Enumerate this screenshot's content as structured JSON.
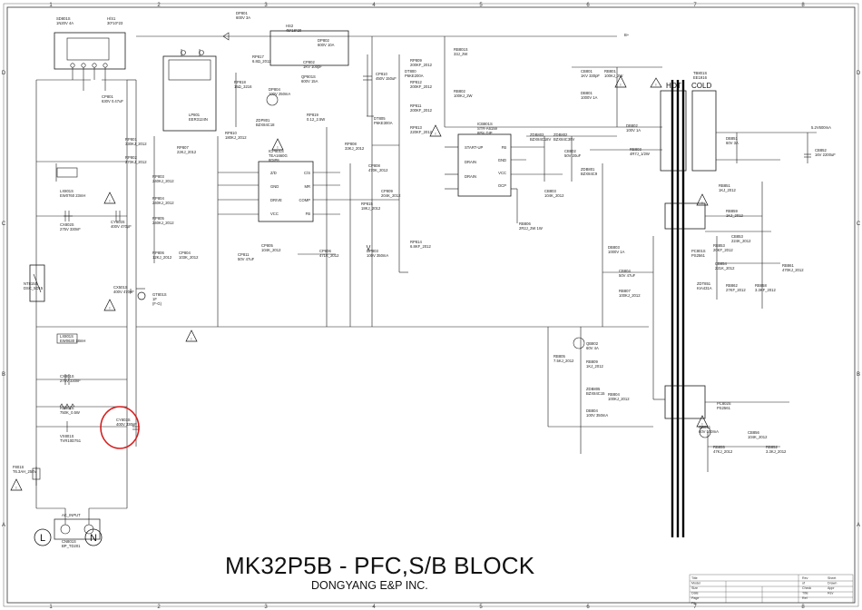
{
  "title": "MK32P5B - PFC,S/B BLOCK",
  "subtitle": "DONGYANG E&P INC.",
  "zones": {
    "hot": "HOT",
    "cold": "COLD"
  },
  "grid": {
    "cols": [
      "1",
      "2",
      "3",
      "4",
      "5",
      "6",
      "7",
      "8"
    ],
    "rows": [
      "D",
      "C",
      "B",
      "A"
    ]
  },
  "components": {
    "sd801s": [
      "SD801S",
      "1N20V 4A"
    ],
    "hs1": [
      "H/S1",
      "30*10*23"
    ],
    "cp801": [
      "CP801",
      "630V 0.47uF"
    ],
    "lx801": [
      "LX801S",
      "EW0760 23mH"
    ],
    "cx802": [
      "CX802S",
      "275V 330nF"
    ],
    "cy802": [
      "CY802S",
      "400V 470pF"
    ],
    "nt815": [
      "NT815S",
      "DSC_5D15"
    ],
    "cx501": [
      "CX501S",
      "400V 470pF"
    ],
    "gt801": [
      "GT801S",
      "1F",
      "(F-G)"
    ],
    "lx801b": [
      "LX801S",
      "EW0630 18mH"
    ],
    "cx801": [
      "CX801S",
      "275V 330nF"
    ],
    "rx801": [
      "RX801S",
      "750K_0.5W"
    ],
    "vx801": [
      "VX801S",
      "TVR10D751"
    ],
    "cy803": [
      "CY803S",
      "400V 330pF"
    ],
    "f801": [
      "F801S",
      "T6.3AH_250V"
    ],
    "acin": [
      "AC_INPUT"
    ],
    "cn801": [
      "CN801S",
      "BP_TD201"
    ],
    "dp801": [
      "DP801",
      "600V 3A"
    ],
    "hs2": [
      "HS2",
      "45*18*20"
    ],
    "dp802": [
      "DP802",
      "600V 10A"
    ],
    "lp801": [
      "LP801",
      "EER3124N"
    ],
    "rp817": [
      "RP817",
      "6.8Ω_2012"
    ],
    "rp818": [
      "RP818",
      "15Ω_3216"
    ],
    "cp802": [
      "CP802",
      "1KV 100pF"
    ],
    "qp801": [
      "QP801S",
      "600V 15A"
    ],
    "dp804": [
      "DP804",
      "100V 250mA"
    ],
    "zdp801": [
      "ZDP801",
      "BZX84C18"
    ],
    "rp819": [
      "RP819",
      "0.12_2.5W"
    ],
    "rp810": [
      "RP810",
      "180KJ_2012"
    ],
    "rp801": [
      "RP801",
      "330KJ_2012"
    ],
    "rp802": [
      "RP802",
      "270KJ_2012"
    ],
    "rp803": [
      "RP803",
      "240KJ_2012"
    ],
    "rp804": [
      "RP804",
      "240KJ_2012"
    ],
    "rp805": [
      "RP805",
      "240KJ_2012"
    ],
    "rp806": [
      "RP806",
      "12KJ_2012"
    ],
    "rp807": [
      "RP807",
      "22KJ_2012"
    ],
    "cp804": [
      "CP804",
      "103K_2012"
    ],
    "icp801": [
      "ICP801S",
      "TEA1660G",
      "8DIP8"
    ],
    "cp811": [
      "CP811",
      "50V 47uF"
    ],
    "cp805": [
      "CP805",
      "104K_2012"
    ],
    "rp808": [
      "RP808",
      "33KJ_2012"
    ],
    "cp808": [
      "CP808",
      "470K_2012"
    ],
    "cp809": [
      "CP809",
      "204K_2012"
    ],
    "rp815": [
      "RP815",
      "18KJ_2012"
    ],
    "cp806": [
      "CP806",
      "471K_2012"
    ],
    "dp803": [
      "DP803",
      "100V 350mA"
    ],
    "cp810": [
      "CP810",
      "450V 150uF"
    ],
    "dt805": [
      "DT805",
      "P6KE300A"
    ],
    "dt800": [
      "DT800",
      "P6KE200A"
    ],
    "rp809": [
      "RP809",
      "200KF_2012"
    ],
    "rp812": [
      "RP812",
      "200KF_2012"
    ],
    "rp811": [
      "RP811",
      "200KF_2012"
    ],
    "rp813": [
      "RP813",
      "220KF_2012"
    ],
    "rp814": [
      "RP814",
      "6.8KF_2012"
    ],
    "rb801": [
      "RB801S",
      "33J_2W"
    ],
    "rb802": [
      "RB802",
      "100KJ_2W"
    ],
    "icb801": [
      "ICB801S",
      "STR-A6159",
      "8Pin DIP"
    ],
    "zdb803": [
      "ZDB803",
      "BZX84C18V"
    ],
    "zdb802": [
      "ZDB802",
      "BZX84C39V"
    ],
    "cb802": [
      "CB802",
      "50V 20uF"
    ],
    "cb803": [
      "CB803",
      "104K_2012"
    ],
    "zdb801": [
      "ZDB801",
      "BZX84C9"
    ],
    "rb803": [
      "RB803",
      "4R7J_1/2W"
    ],
    "rb806": [
      "RB806",
      "2R2J_2W 1W"
    ],
    "db803": [
      "DB803",
      "1000V 1A"
    ],
    "cb804": [
      "CB804",
      "50V 47uF"
    ],
    "rb807": [
      "RB807",
      "100KJ_2012"
    ],
    "cb801": [
      "CB801",
      "1KV 330pF"
    ],
    "rb801b": [
      "RB801",
      "100KJ_2W"
    ],
    "db801": [
      "DB801",
      "1000V 1A"
    ],
    "db802": [
      "DB802",
      "100V 1A"
    ],
    "tb801": [
      "TB801S",
      "EE1916"
    ],
    "db851": [
      "DB851",
      "60V 3A"
    ],
    "cb852": [
      "CB852",
      "16V 2200uF"
    ],
    "out": [
      "5.2V600mA"
    ],
    "rb851": [
      "RB851",
      "1KJ_2012"
    ],
    "rb859": [
      "RB859",
      "1KJ_2012"
    ],
    "rb853": [
      "RB853",
      "20KF_2012"
    ],
    "cb853": [
      "CB853",
      "224K_2012"
    ],
    "rb861": [
      "RB861",
      "470KJ_2012"
    ],
    "cb854": [
      "CB854",
      "221K_2012"
    ],
    "zdt851": [
      "ZDT851",
      "KIA431A"
    ],
    "rb862": [
      "RB862",
      "27KF_2012"
    ],
    "rb858": [
      "RB858",
      "3.3KF_2012"
    ],
    "pc801": [
      "PC801S",
      "PS2561"
    ],
    "pc802": [
      "PC802S",
      "PS2561"
    ],
    "qb802": [
      "QB802",
      "60V 4A"
    ],
    "rb805": [
      "RB805",
      "7.5KJ_2012"
    ],
    "rb809": [
      "RB809",
      "1KJ_2012"
    ],
    "zdb805": [
      "ZDB805",
      "BZX84C15"
    ],
    "rb804": [
      "RB804",
      "100KJ_2012"
    ],
    "db804": [
      "DB804",
      "100V 350mA"
    ],
    "qb851": [
      "QB851",
      "60V 500mA"
    ],
    "cb856": [
      "CB856",
      "104K_2012"
    ],
    "rb855": [
      "RB855",
      "47KJ_2012"
    ],
    "rb852": [
      "RB852",
      "3.3KJ_2012"
    ],
    "b_plus": [
      "B+"
    ]
  },
  "ic_pins": {
    "icp801_left": [
      "Z/D",
      "GND",
      "DRIVE",
      "VCC"
    ],
    "icp801_right": [
      "C/S",
      "MR",
      "COMP",
      "FB"
    ],
    "icb801_left": [
      "START-UP",
      "DRAIN",
      "DRAIN"
    ],
    "icb801_right": [
      "FB",
      "GND",
      "VCC",
      "OCP"
    ]
  },
  "terminals": {
    "ac_l": "L",
    "ac_n": "N"
  },
  "title_block": {
    "rows": [
      "Title",
      "Model",
      "Size",
      "Date",
      "Page",
      "File"
    ],
    "revs": [
      "Rev",
      "Sheet",
      "of",
      "Drawn",
      "Check",
      "Appr",
      "Title",
      "Rev",
      "Ref"
    ]
  },
  "colors": {
    "line": "#1a1a1a",
    "highlight": "#d42020",
    "isolation": "#000000"
  }
}
